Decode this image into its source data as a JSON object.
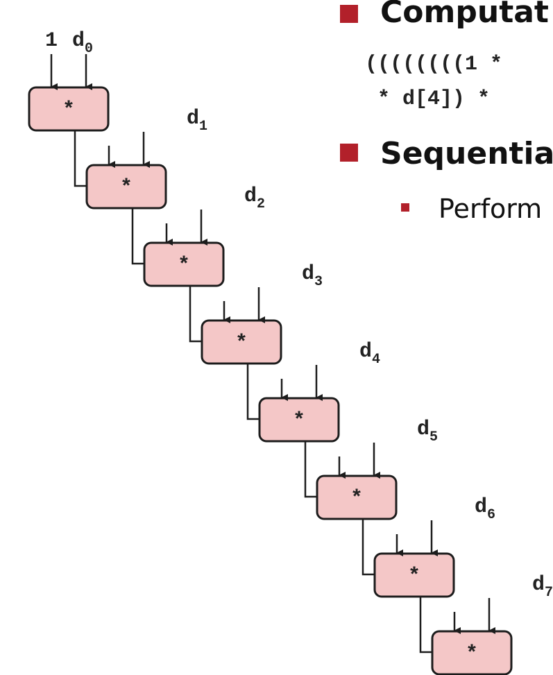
{
  "slide": {
    "bullets": [
      {
        "text": "Computat",
        "code_lines": [
          "((((((((1 *",
          " * d[4]) *"
        ]
      },
      {
        "text": "Sequentia",
        "sub_bullets": [
          "Perform"
        ]
      }
    ]
  },
  "diagram": {
    "operator": "*",
    "initial_input": "1",
    "data_inputs": [
      {
        "base": "d",
        "sub": "0"
      },
      {
        "base": "d",
        "sub": "1"
      },
      {
        "base": "d",
        "sub": "2"
      },
      {
        "base": "d",
        "sub": "3"
      },
      {
        "base": "d",
        "sub": "4"
      },
      {
        "base": "d",
        "sub": "5"
      },
      {
        "base": "d",
        "sub": "6"
      },
      {
        "base": "d",
        "sub": "7"
      }
    ],
    "colors": {
      "box_fill": "#f4c7c7",
      "box_stroke": "#1c1c1c",
      "bullet": "#b2202a"
    }
  }
}
